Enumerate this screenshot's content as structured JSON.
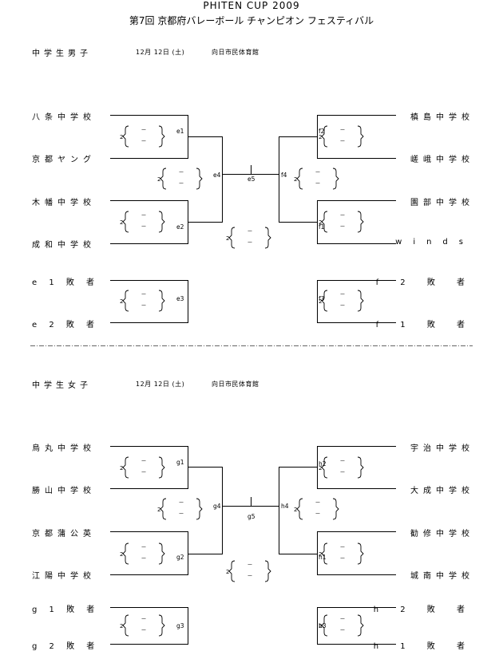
{
  "header": {
    "title": "PHITEN CUP 2009",
    "subtitle": "第7回 京都府バレーボール チャンピオン フェスティバル"
  },
  "sections": [
    {
      "title": "中学生男子",
      "date": "12月 12日 (土)",
      "venue": "向日市民体育館",
      "left_teams": [
        "八条中学校",
        "京都ヤング",
        "木幡中学校",
        "成和中学校",
        "e 1 敗 者",
        "e 2 敗 者"
      ],
      "right_teams": [
        "槙島中学校",
        "嵯峨中学校",
        "園部中学校",
        "winds",
        "f 2 敗 者",
        "f 1 敗 者"
      ],
      "labels": {
        "m1": "e1",
        "m2": "e2",
        "m3": "e3",
        "m4": "e4",
        "m5": "e5",
        "n1": "f2",
        "n2": "f1",
        "n3": "f3",
        "n4": "f4"
      }
    },
    {
      "title": "中学生女子",
      "date": "12月 12日 (土)",
      "venue": "向日市民体育館",
      "left_teams": [
        "烏丸中学校",
        "勝山中学校",
        "京都蒲公英",
        "江陽中学校",
        "g 1 敗 者",
        "g 2 敗 者"
      ],
      "right_teams": [
        "宇治中学校",
        "大成中学校",
        "勧修中学校",
        "城南中学校",
        "h 2 敗 者",
        "h 1 敗 者"
      ],
      "labels": {
        "m1": "g1",
        "m2": "g2",
        "m3": "g3",
        "m4": "g4",
        "m5": "g5",
        "n1": "h2",
        "n2": "h1",
        "n3": "h3",
        "n4": "h4"
      }
    }
  ],
  "score_template": {
    "sets": "2",
    "dash": "－"
  }
}
